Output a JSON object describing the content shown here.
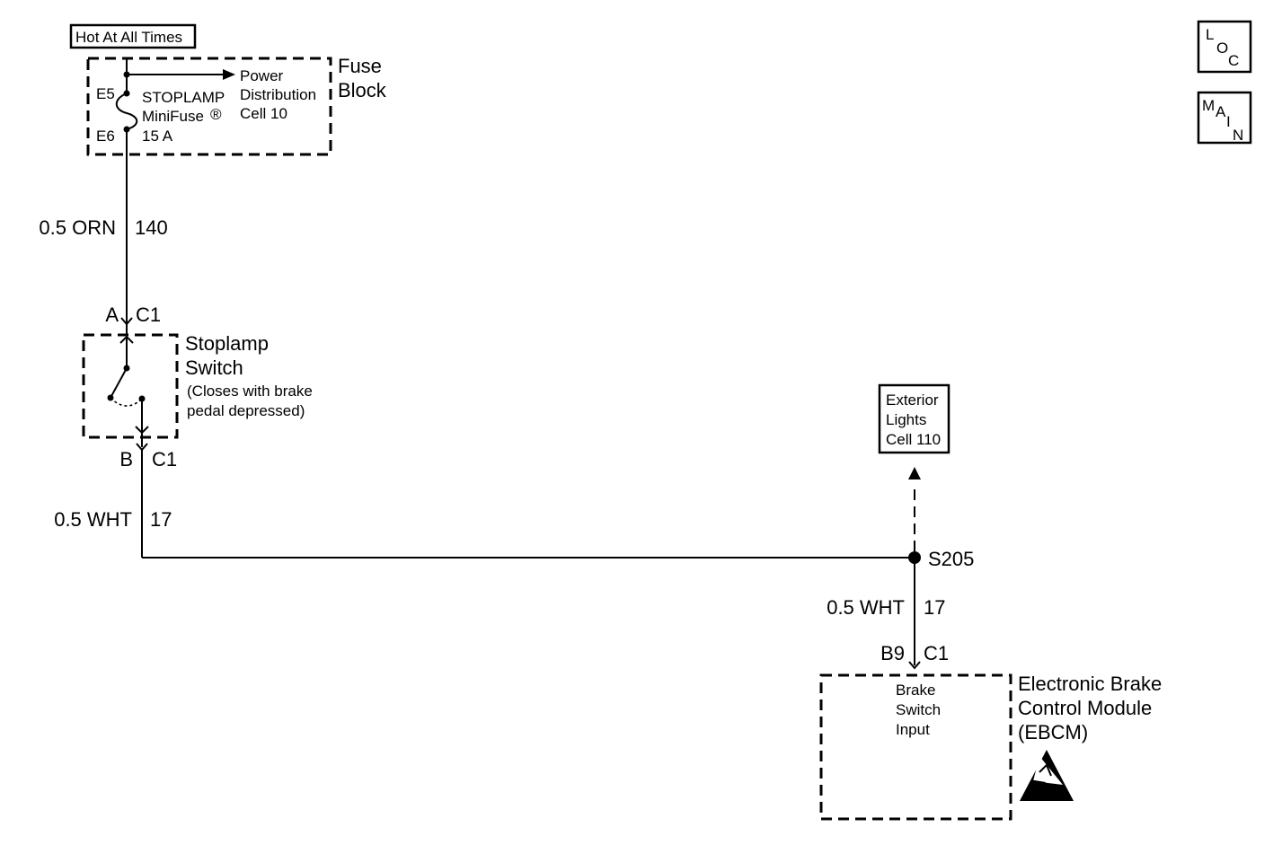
{
  "hot_label": "Hot At All Times",
  "fuse_block": {
    "title_line1": "Fuse",
    "title_line2": "Block",
    "pin_in": "E5",
    "pin_out": "E6",
    "fuse_name": "STOPLAMP",
    "fuse_type": "MiniFuse",
    "fuse_reg": "®",
    "fuse_rating": "15 A",
    "power_line1": "Power",
    "power_line2": "Distribution",
    "power_line3": "Cell 10"
  },
  "wire_orn": {
    "gauge_color": "0.5 ORN",
    "circuit": "140"
  },
  "stoplamp_switch": {
    "pin_a": "A",
    "conn_a": "C1",
    "pin_b": "B",
    "conn_b": "C1",
    "title_line1": "Stoplamp",
    "title_line2": "Switch",
    "note_line1": "(Closes with brake",
    "note_line2": "pedal depressed)"
  },
  "wire_wht_1": {
    "gauge_color": "0.5 WHT",
    "circuit": "17"
  },
  "splice": {
    "name": "S205"
  },
  "exterior_ref": {
    "line1": "Exterior",
    "line2": "Lights",
    "line3": "Cell 110"
  },
  "wire_wht_2": {
    "gauge_color": "0.5 WHT",
    "circuit": "17"
  },
  "ebcm": {
    "pin": "B9",
    "conn": "C1",
    "title_line1": "Electronic Brake",
    "title_line2": "Control Module",
    "title_line3": "(EBCM)",
    "input_line1": "Brake",
    "input_line2": "Switch",
    "input_line3": "Input"
  },
  "nav": {
    "loc": [
      "L",
      "O",
      "C"
    ],
    "main": [
      "M",
      "A",
      "I",
      "N"
    ]
  }
}
